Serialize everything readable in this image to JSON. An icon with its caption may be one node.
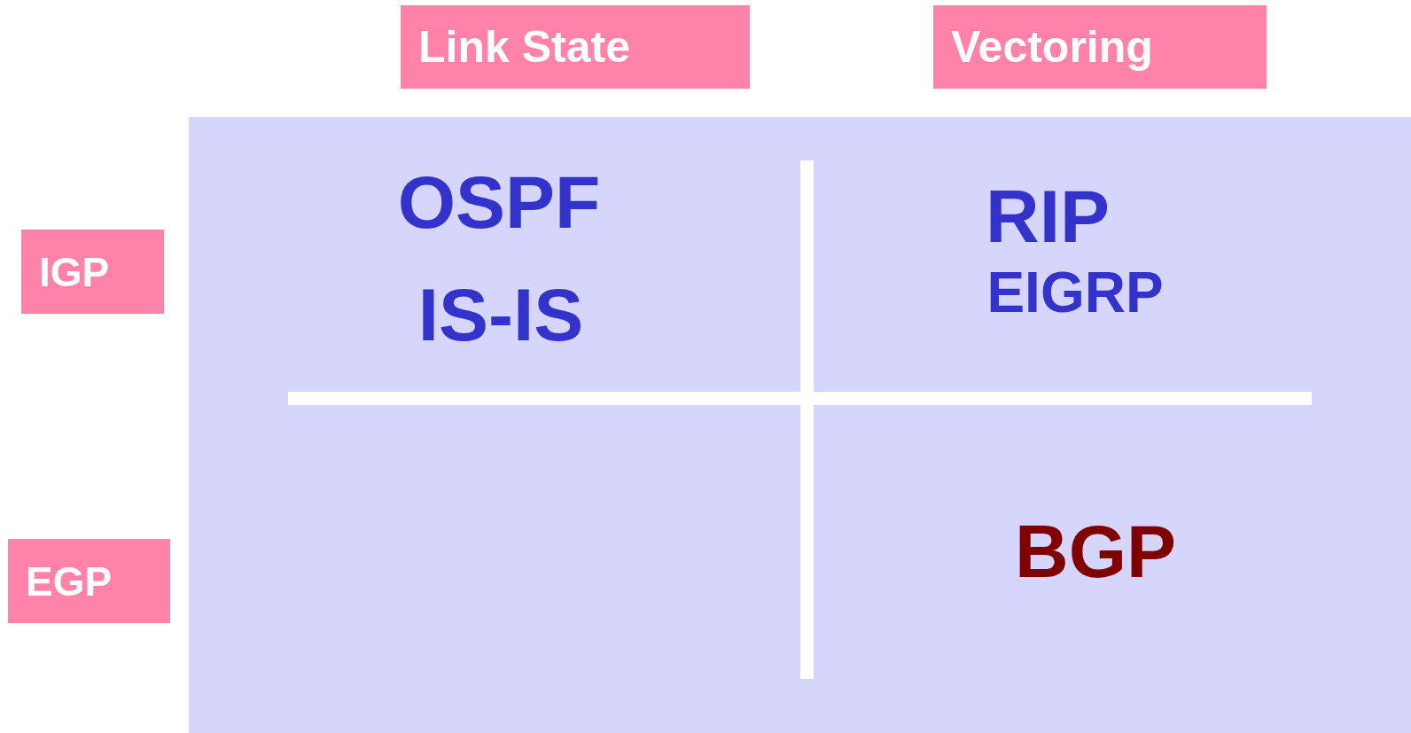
{
  "diagram": {
    "nodes": [
      {
        "text": [
          "Link State"
        ]
      },
      {
        "text": [
          "Vectoring"
        ]
      },
      {
        "text": [
          "IGP"
        ]
      },
      {
        "text": [
          "EGP"
        ]
      }
    ],
    "labels": [
      "OSPF",
      "IS-IS",
      "RIP",
      "EIGRP",
      "BGP"
    ]
  }
}
